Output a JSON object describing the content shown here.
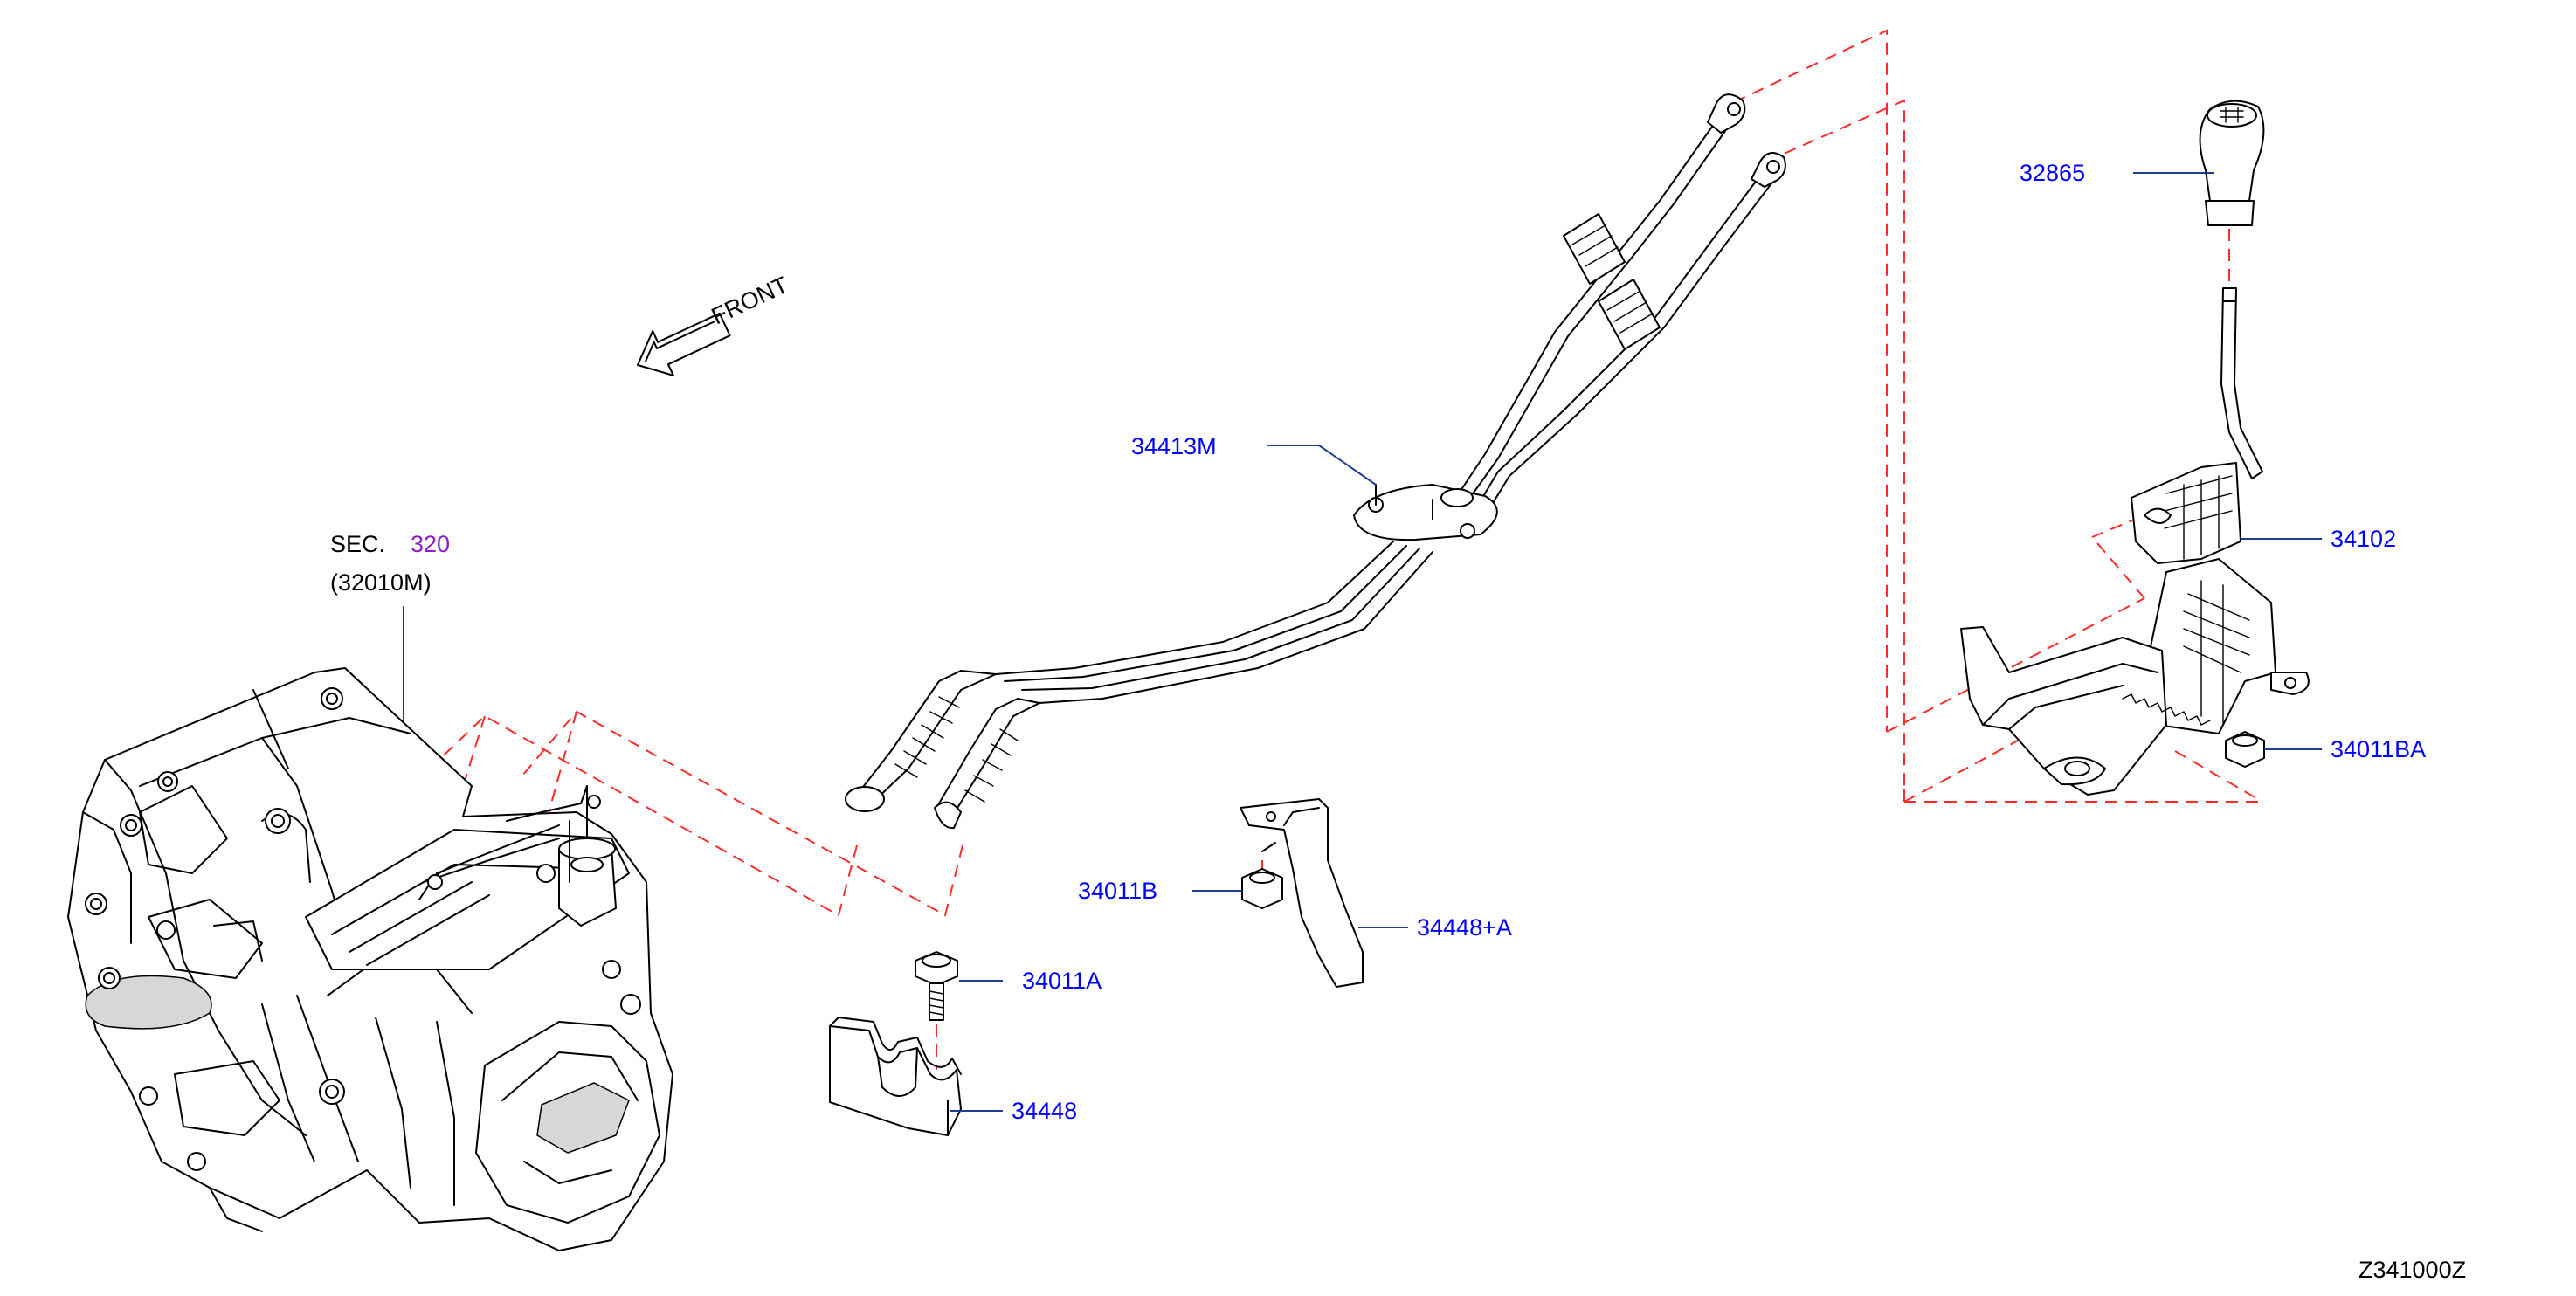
{
  "diagram_id": "Z341000Z",
  "front_label": "FRONT",
  "section_ref": {
    "prefix": "SEC.",
    "number": "320",
    "sub": "(32010M)"
  },
  "parts": [
    {
      "id": "32865"
    },
    {
      "id": "34413M"
    },
    {
      "id": "34102"
    },
    {
      "id": "34011BA"
    },
    {
      "id": "34011B"
    },
    {
      "id": "34448+A"
    },
    {
      "id": "34011A"
    },
    {
      "id": "34448"
    }
  ],
  "colors": {
    "part_label": "#0000ff",
    "section_number": "#8b1fc2",
    "leader_line": "#1f3d8c",
    "dashed_line": "#ff2a2a",
    "line_art": "#000000"
  }
}
